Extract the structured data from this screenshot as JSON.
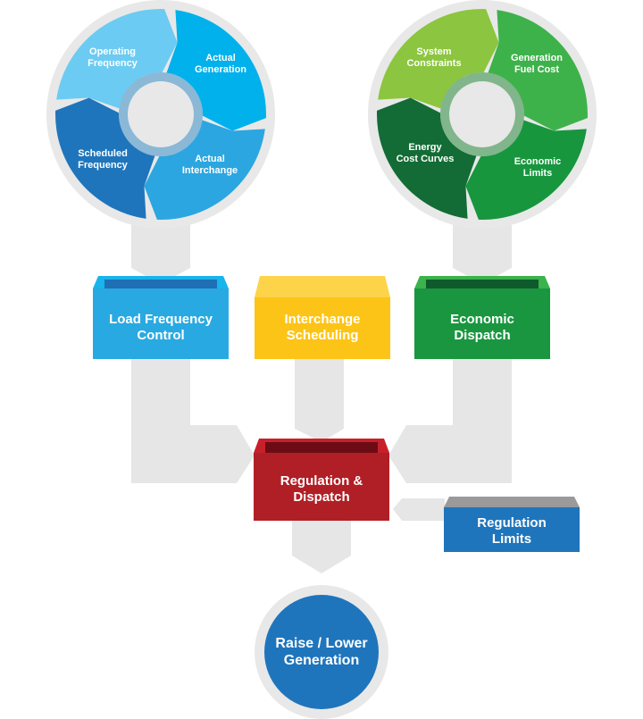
{
  "colors": {
    "connector": "#e6e6e6",
    "ring_bg": "#e8e8e8",
    "blue_1": "#6ccbf2",
    "blue_2": "#00b1ec",
    "blue_3": "#2ba6e0",
    "blue_4": "#1f75bc",
    "green_1": "#8cc53f",
    "green_2": "#3eb24a",
    "green_3": "#17963e",
    "green_4": "#136c35",
    "lfc": "#29a9e1",
    "interchange": "#fdc418",
    "economic": "#1a9640",
    "regulation": "#b01f25",
    "limits": "#1f75bc",
    "result": "#1f75bc"
  },
  "left_cycle": {
    "segments": [
      {
        "line1": "Operating",
        "line2": "Frequency"
      },
      {
        "line1": "Actual",
        "line2": "Generation"
      },
      {
        "line1": "Actual",
        "line2": "Interchange"
      },
      {
        "line1": "Scheduled",
        "line2": "Frequency"
      }
    ]
  },
  "right_cycle": {
    "segments": [
      {
        "line1": "System",
        "line2": "Constraints"
      },
      {
        "line1": "Generation",
        "line2": "Fuel Cost"
      },
      {
        "line1": "Economic",
        "line2": "Limits"
      },
      {
        "line1": "Energy",
        "line2": "Cost Curves"
      }
    ]
  },
  "boxes": {
    "load_frequency": {
      "line1": "Load Frequency",
      "line2": "Control"
    },
    "interchange": {
      "line1": "Interchange",
      "line2": "Scheduling"
    },
    "economic": {
      "line1": "Economic",
      "line2": "Dispatch"
    },
    "regulation": {
      "line1": "Regulation &",
      "line2": "Dispatch"
    },
    "limits": {
      "line1": "Regulation",
      "line2": "Limits"
    }
  },
  "result": {
    "line1": "Raise / Lower",
    "line2": "Generation"
  }
}
